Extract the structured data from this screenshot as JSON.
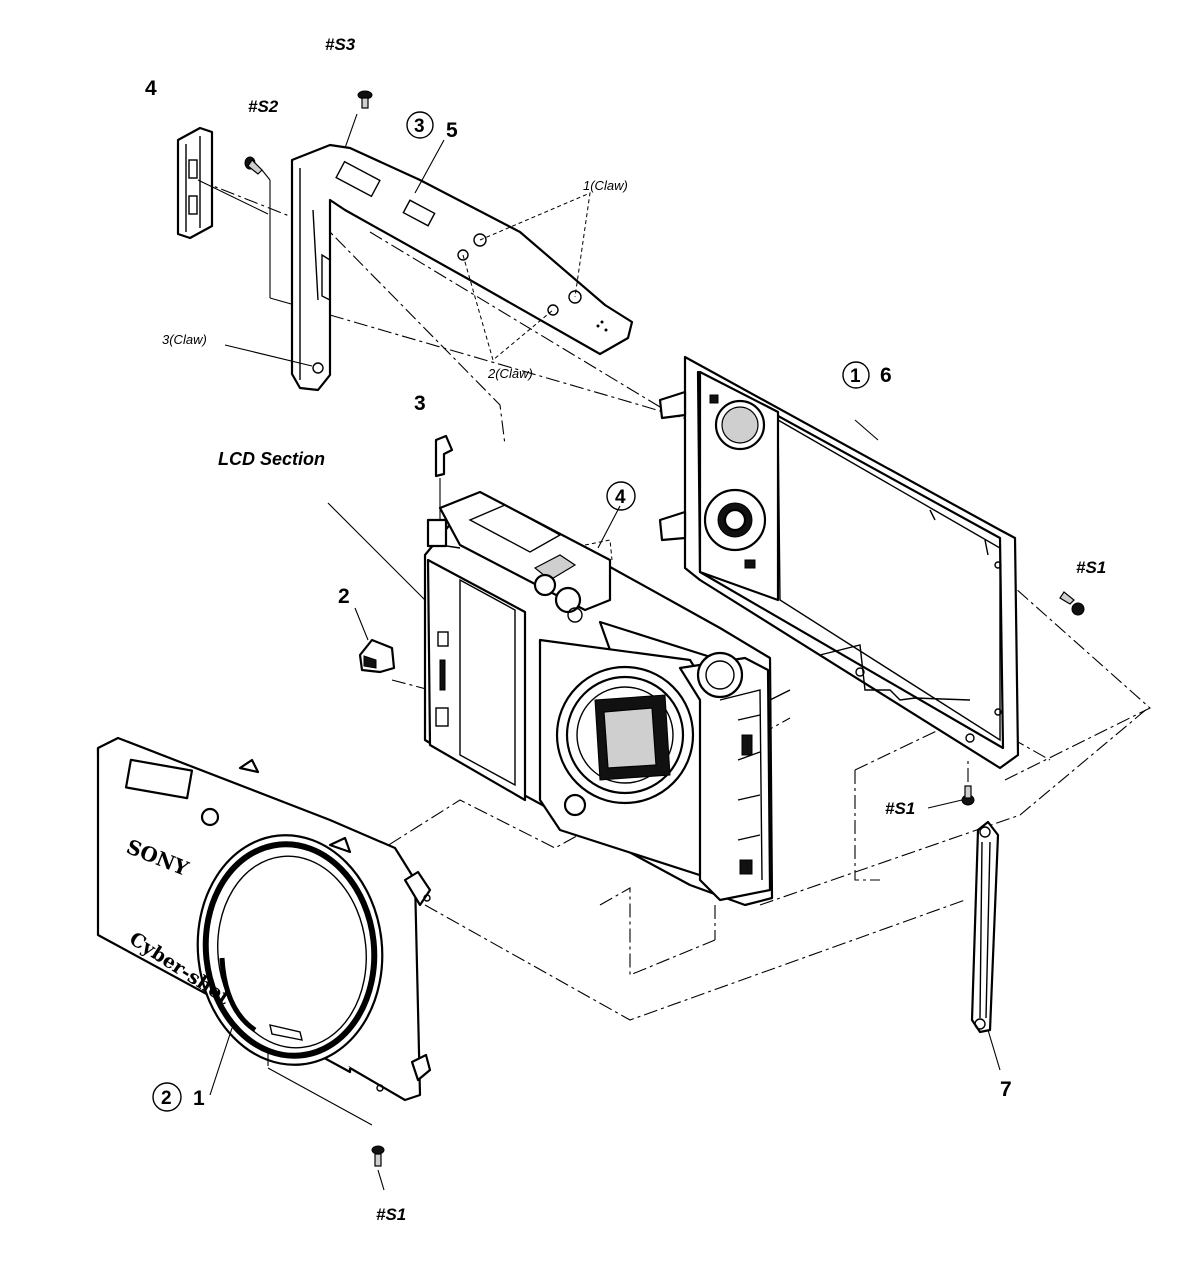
{
  "labels": {
    "s3": "#S3",
    "s2": "#S2",
    "s1_right": "#S1",
    "s1_mid": "#S1",
    "s1_bottom": "#S1",
    "part4_top": "4",
    "part5": "5",
    "part6": "6",
    "part3": "3",
    "part2": "2",
    "part1": "1",
    "part7": "7",
    "circle3": "3",
    "circle1": "1",
    "circle4": "4",
    "circle2": "2",
    "claw1": "1(Claw)",
    "claw2": "2(Claw)",
    "claw3": "3(Claw)",
    "lcd_section": "LCD Section",
    "brand_sony": "SONY",
    "brand_cybershot": "Cyber-shot"
  }
}
